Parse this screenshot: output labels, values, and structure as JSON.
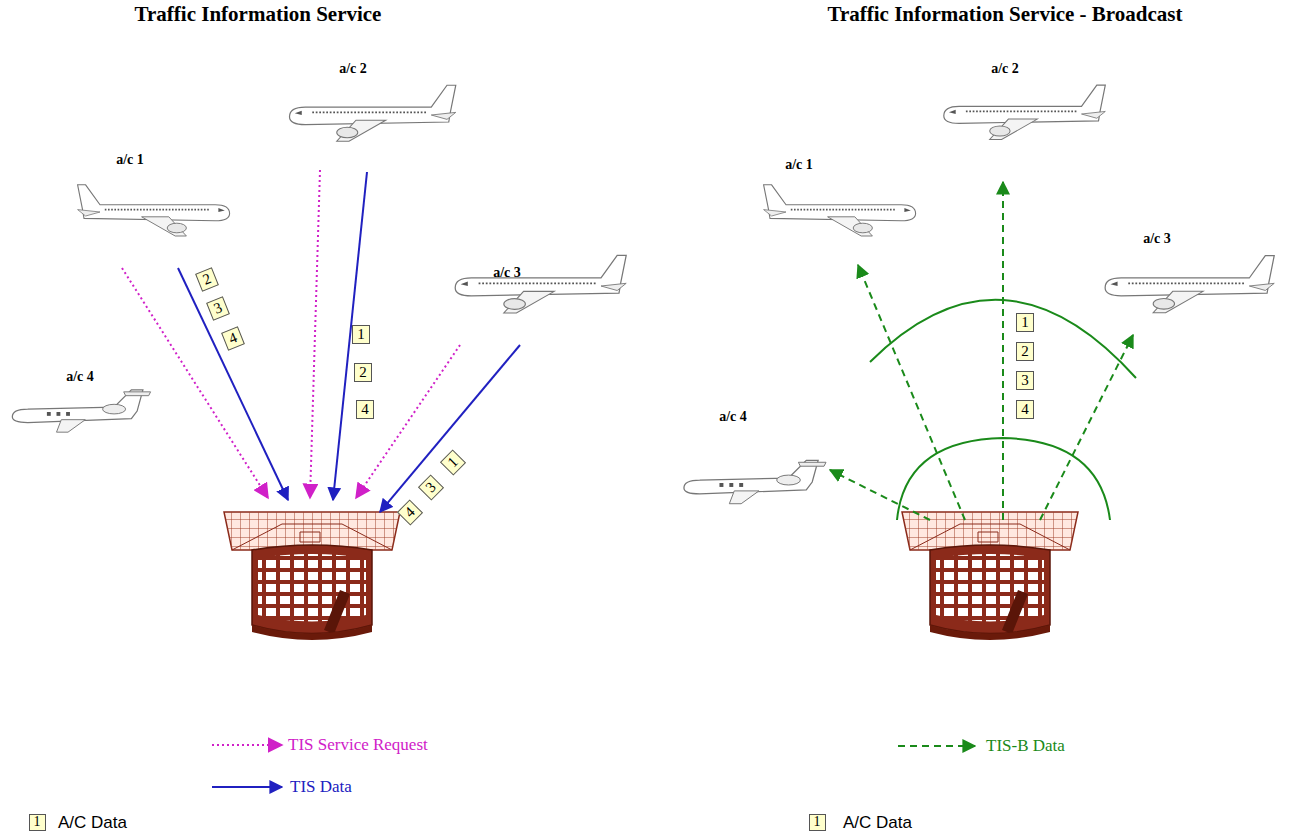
{
  "diagram": {
    "nodes": [
      {
        "text": [
          "2"
        ]
      },
      {
        "text": [
          "3"
        ]
      },
      {
        "text": [
          "4"
        ]
      },
      {
        "text": [
          "1"
        ]
      },
      {
        "text": [
          "2"
        ]
      },
      {
        "text": [
          "4"
        ]
      },
      {
        "text": [
          "1"
        ]
      },
      {
        "text": [
          "3"
        ]
      },
      {
        "text": [
          "4"
        ]
      },
      {
        "text": [
          "1"
        ]
      },
      {
        "text": [
          "2"
        ]
      },
      {
        "text": [
          "3"
        ]
      },
      {
        "text": [
          "4"
        ]
      }
    ],
    "labels": [
      "Traffic Information Service",
      "Traffic Information Service - Broadcast",
      "a/c 2",
      "a/c 1",
      "a/c 3",
      "a/c 4",
      "a/c 2",
      "a/c 1",
      "a/c 3",
      "a/c 4",
      "1",
      "1"
    ],
    "legend": [
      {
        "text": "TIS Service Request"
      },
      {
        "text": "TIS Data"
      },
      {
        "text": "A/C Data",
        "color": "#ffffcc"
      },
      {
        "text": "TIS-B Data"
      },
      {
        "text": "A/C Data",
        "color": "#ffffcc"
      }
    ]
  }
}
